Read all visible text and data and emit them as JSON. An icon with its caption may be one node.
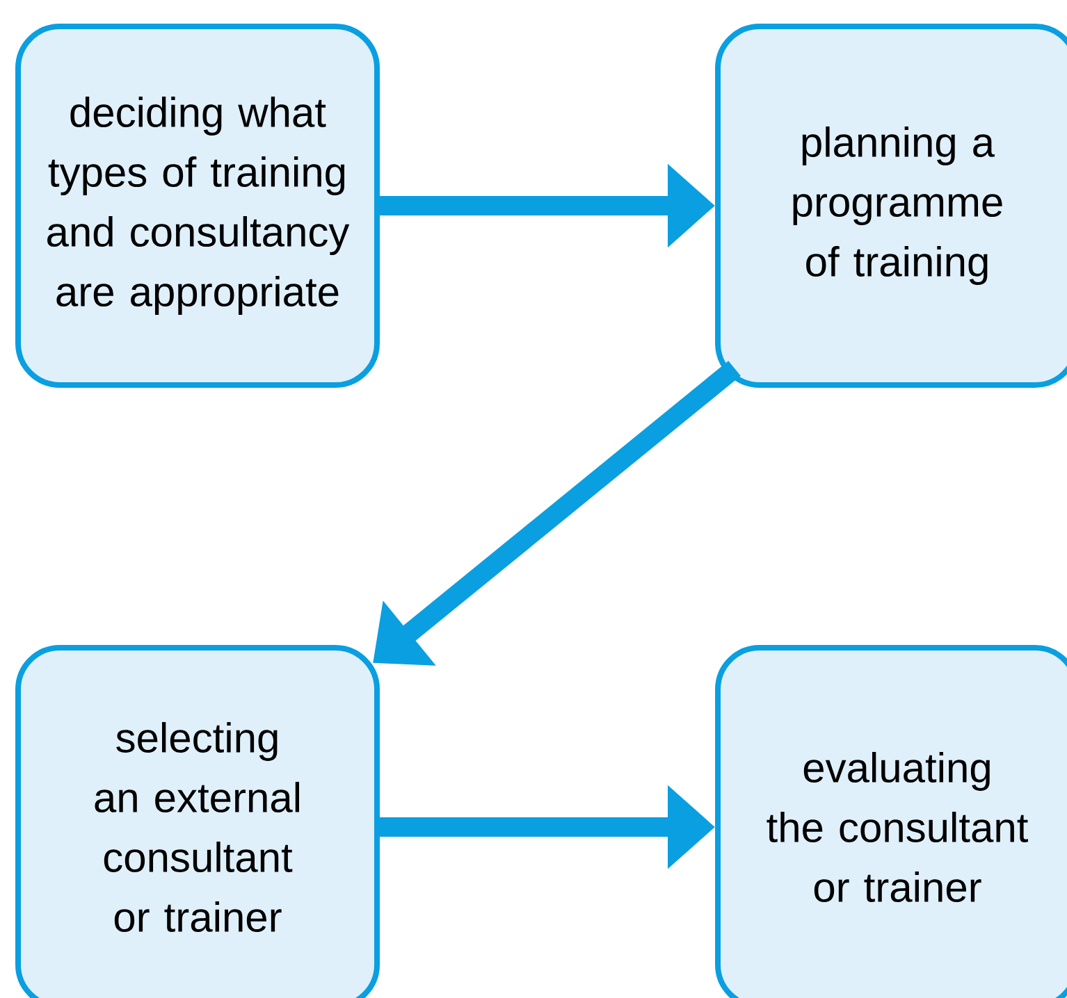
{
  "diagram": {
    "nodes": [
      {
        "text": [
          "deciding what types of training and consultancy are appropriate"
        ]
      },
      {
        "text": [
          "planning a programme of training"
        ]
      },
      {
        "text": [
          "selecting an external consultant or trainer"
        ]
      },
      {
        "text": [
          "evaluating the consultant or trainer"
        ]
      }
    ],
    "edges": [
      {
        "from": 0,
        "to": 1,
        "arrow": "to"
      },
      {
        "from": 1,
        "to": 2,
        "arrow": "to"
      },
      {
        "from": 2,
        "to": 3,
        "arrow": "to"
      }
    ]
  }
}
